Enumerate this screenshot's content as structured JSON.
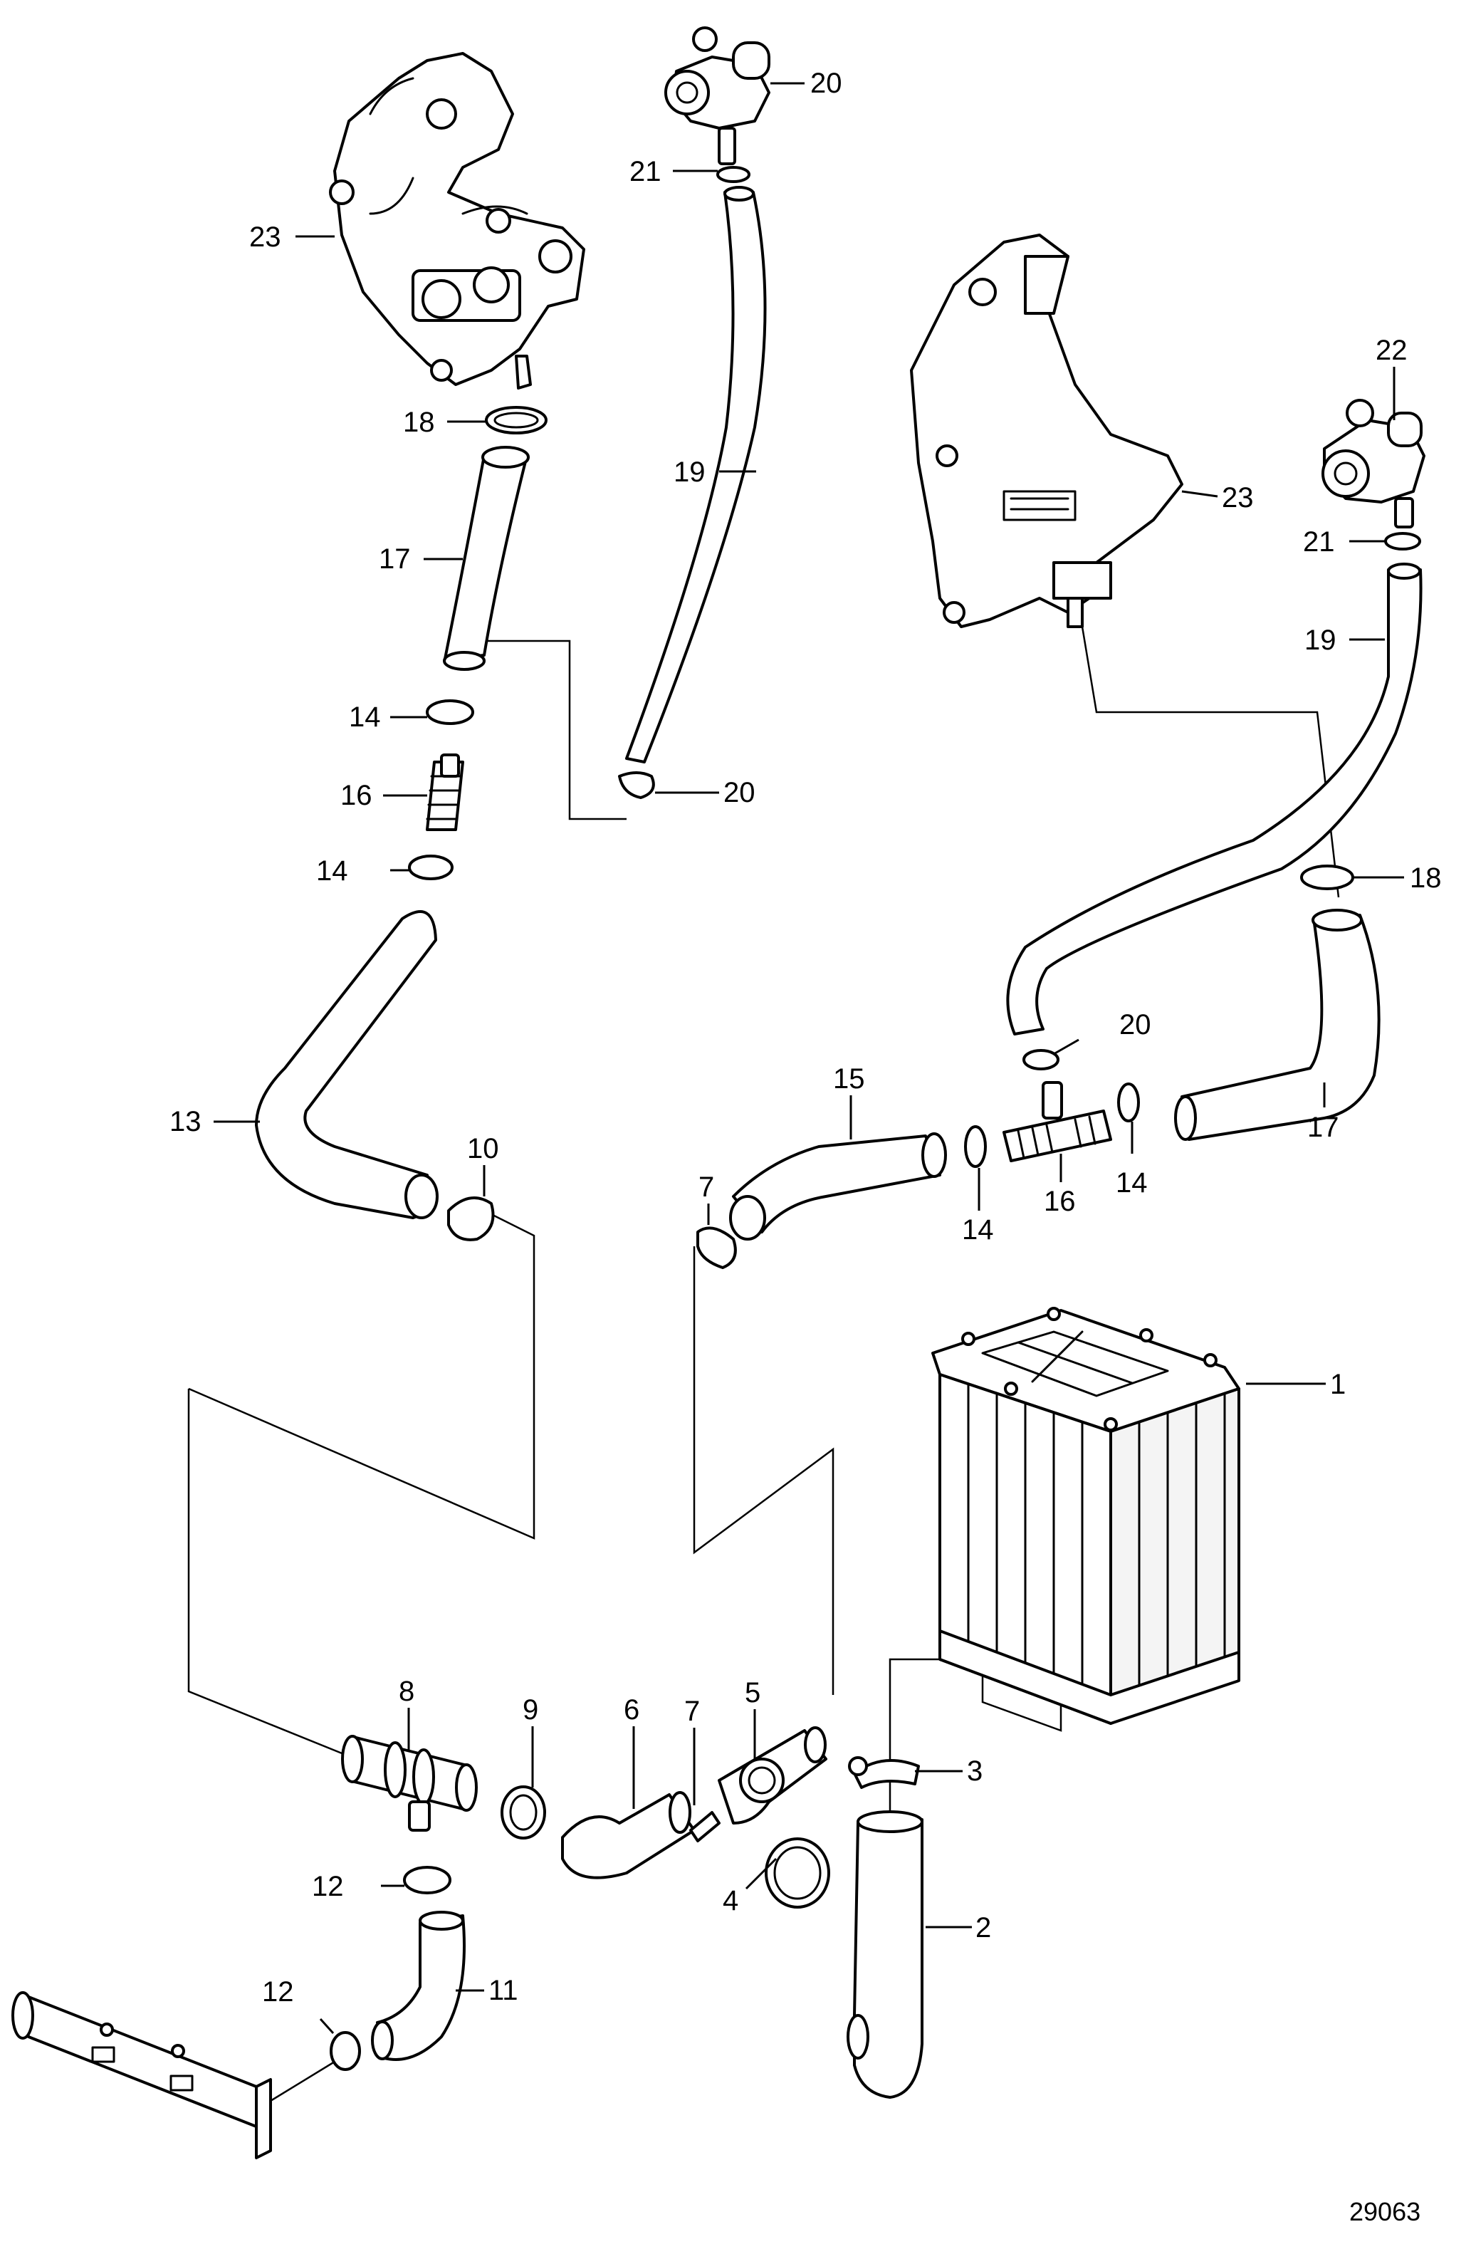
{
  "figure_number": "29063",
  "callouts": {
    "c1": "1",
    "c2": "2",
    "c3": "3",
    "c4": "4",
    "c5": "5",
    "c6": "6",
    "c7a": "7",
    "c7b": "7",
    "c8": "8",
    "c9": "9",
    "c10": "10",
    "c11": "11",
    "c12a": "12",
    "c12b": "12",
    "c13": "13",
    "c14a": "14",
    "c14b": "14",
    "c14c": "14",
    "c14d": "14",
    "c15": "15",
    "c16a": "16",
    "c16b": "16",
    "c17a": "17",
    "c17b": "17",
    "c18a": "18",
    "c18b": "18",
    "c19a": "19",
    "c19b": "19",
    "c20a": "20",
    "c20b": "20",
    "c20c": "20",
    "c21a": "21",
    "c21b": "21",
    "c22": "22",
    "c23a": "23",
    "c23b": "23"
  }
}
